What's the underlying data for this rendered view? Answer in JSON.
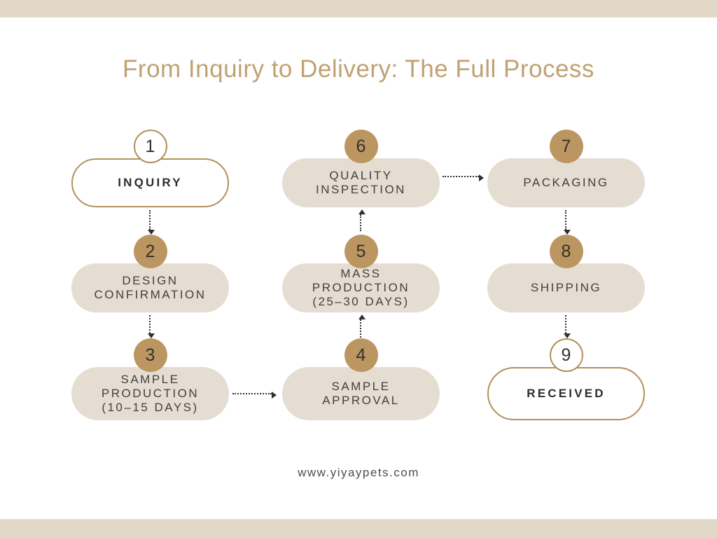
{
  "page": {
    "title": "From Inquiry to Delivery: The Full Process",
    "footer": "www.yiyaypets.com"
  },
  "colors": {
    "accent_gold_border": "#b3905c",
    "badge_fill": "#bb9660",
    "pill_fill": "#e5ddd2",
    "border_strip": "#e2d8c8",
    "title_text": "#c0a173",
    "label_text": "#44403b",
    "arrow": "#2f2f2f"
  },
  "steps": [
    {
      "number": "1",
      "label": "INQUIRY",
      "style": "outline"
    },
    {
      "number": "2",
      "label": "DESIGN\nCONFIRMATION",
      "style": "filled"
    },
    {
      "number": "3",
      "label": "SAMPLE\nPRODUCTION\n(10–15 DAYS)",
      "style": "filled"
    },
    {
      "number": "4",
      "label": "SAMPLE\nAPPROVAL",
      "style": "filled"
    },
    {
      "number": "5",
      "label": "MASS\nPRODUCTION\n(25–30 DAYS)",
      "style": "filled"
    },
    {
      "number": "6",
      "label": "QUALITY\nINSPECTION",
      "style": "filled"
    },
    {
      "number": "7",
      "label": "PACKAGING",
      "style": "filled"
    },
    {
      "number": "8",
      "label": "SHIPPING",
      "style": "filled"
    },
    {
      "number": "9",
      "label": "RECEIVED",
      "style": "outline"
    }
  ],
  "connections": [
    {
      "from": "1",
      "to": "2"
    },
    {
      "from": "2",
      "to": "3"
    },
    {
      "from": "3",
      "to": "4"
    },
    {
      "from": "4",
      "to": "5"
    },
    {
      "from": "5",
      "to": "6"
    },
    {
      "from": "6",
      "to": "7"
    },
    {
      "from": "7",
      "to": "8"
    },
    {
      "from": "8",
      "to": "9"
    }
  ]
}
